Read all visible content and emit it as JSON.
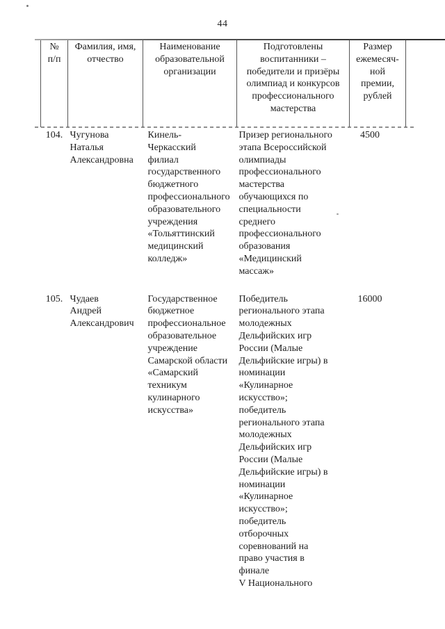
{
  "page": {
    "number": "44"
  },
  "table": {
    "headers": [
      "№\nп/п",
      "Фамилия, имя,\nотчество",
      "Наименование\nобразовательной\nорганизации",
      "Подготовлены\nвоспитанники –\nпобедители и призёры\nолимпиад и конкурсов\nпрофессионального\nмастерства",
      "Размер\nежемесяч-\nной\nпремии,\nрублей"
    ],
    "rows": [
      {
        "num": "104.",
        "name": "Чугунова\nНаталья\nАлександровна",
        "organization": "Кинель-\nЧеркасский\nфилиал\nгосударственного\nбюджетного\nпрофессионального\nобразовательного\nучреждения\n«Тольяттинский\nмедицинский\nколледж»",
        "achievement": "Призер регионального\nэтапа Всероссийской\nолимпиады\nпрофессионального\nмастерства\nобучающихся по\nспециальности\nсреднего\nпрофессионального\nобразования\n«Медицинский\nмассаж»",
        "premium": "4500"
      },
      {
        "num": "105.",
        "name": "Чудаев\nАндрей\nАлександрович",
        "organization": "Государственное\nбюджетное\nпрофессиональное\nобразовательное\nучреждение\nСамарской области\n«Самарский\nтехникум\nкулинарного\nискусства»",
        "achievement": "Победитель\nрегионального этапа\nмолодежных\nДельфийских игр\nРоссии (Малые\nДельфийские игры) в\nноминации\n«Кулинарное\nискусство»;\nпобедитель\nрегионального этапа\nмолодежных\nДельфийских игр\nРоссии (Малые\nДельфийские игры) в\nноминации\n«Кулинарное\nискусство»;\nпобедитель\nотборочных\nсоревнований на\nправо участия в\nфинале\nV Национального",
        "premium": "16000"
      }
    ]
  }
}
